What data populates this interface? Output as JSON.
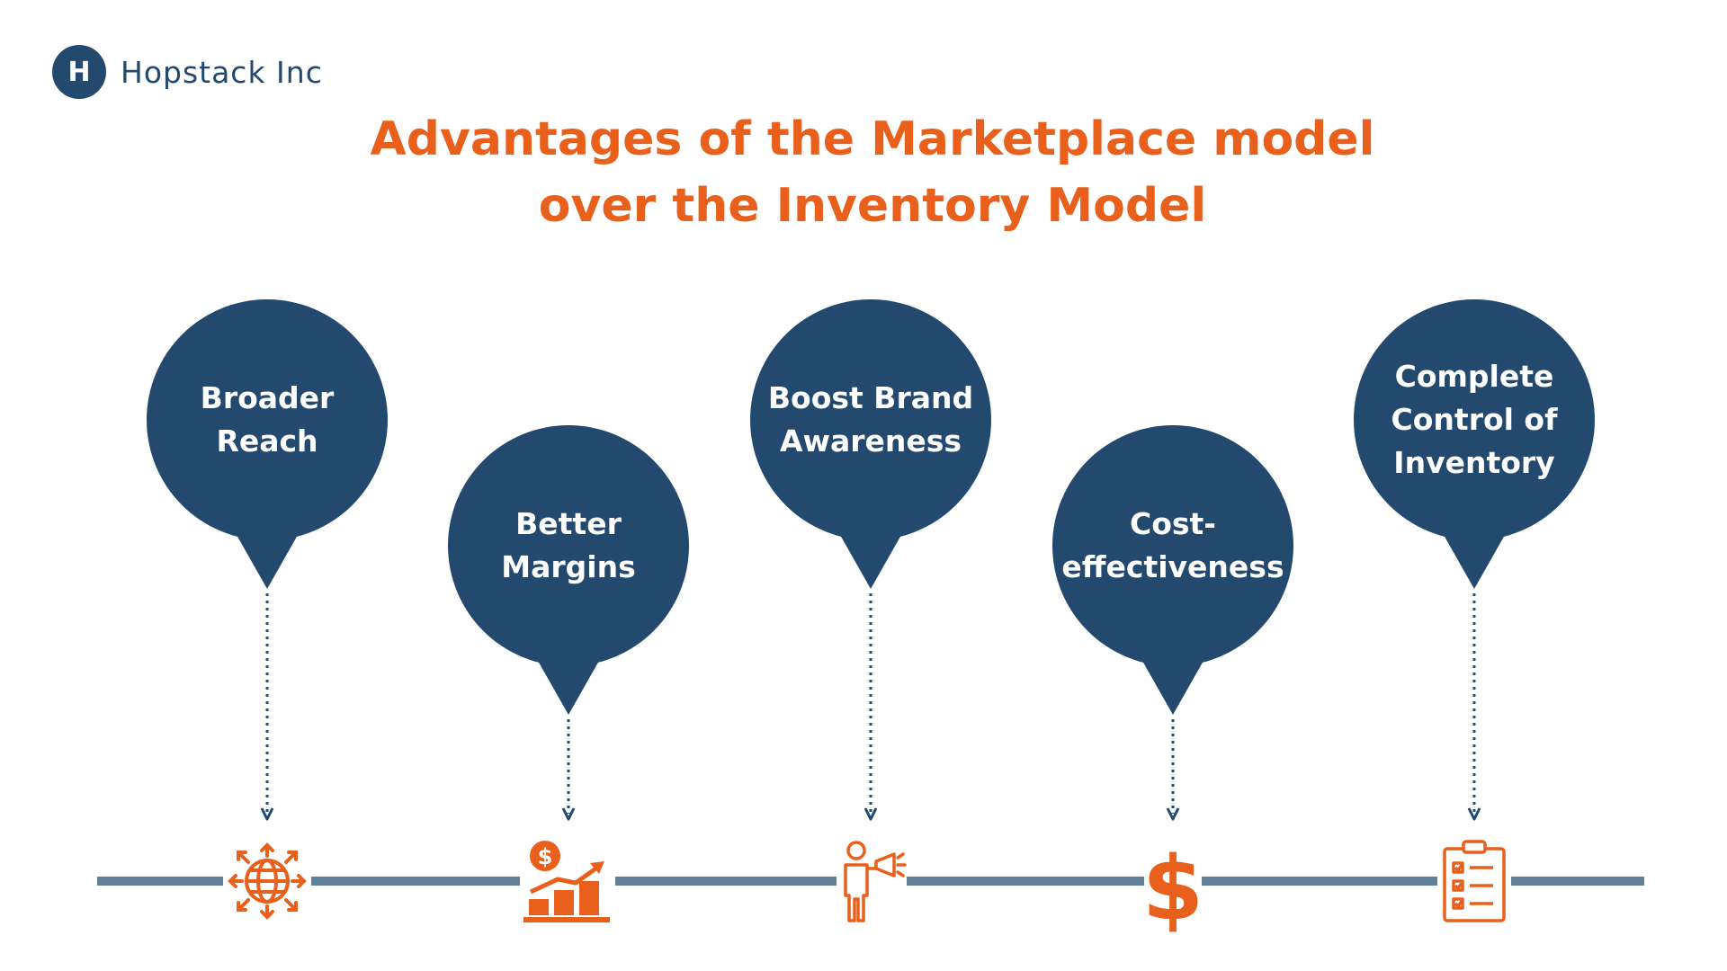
{
  "brand": {
    "name": "Hopstack Inc",
    "mark": "H",
    "color": "#23496f"
  },
  "title": {
    "line1": "Advantages of the Marketplace model",
    "line2": "over the Inventory Model",
    "color": "#e8601c"
  },
  "colors": {
    "pin": "#23496f",
    "accent": "#e8601c",
    "timeline": "#61809a"
  },
  "advantages": [
    {
      "lines": [
        "Broader",
        "Reach"
      ],
      "icon": "globe-arrows-icon"
    },
    {
      "lines": [
        "Better",
        "Margins"
      ],
      "icon": "rising-dollar-chart-icon"
    },
    {
      "lines": [
        "Boost Brand",
        "Awareness"
      ],
      "icon": "person-megaphone-icon"
    },
    {
      "lines": [
        "Cost-",
        "effectiveness"
      ],
      "icon": "dollar-sign-icon"
    },
    {
      "lines": [
        "Complete",
        "Control of",
        "Inventory"
      ],
      "icon": "checklist-clipboard-icon"
    }
  ]
}
